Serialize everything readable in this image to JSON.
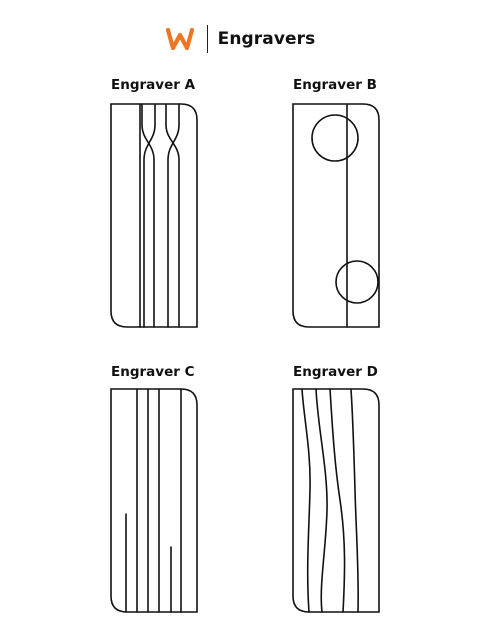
{
  "header": {
    "title": "Engravers",
    "logo_name": "w-brand-logo",
    "logo_color": "#ee7623"
  },
  "panels": [
    {
      "id": "a",
      "label": "Engraver A"
    },
    {
      "id": "b",
      "label": "Engraver B"
    },
    {
      "id": "c",
      "label": "Engraver C"
    },
    {
      "id": "d",
      "label": "Engraver D"
    }
  ],
  "colors": {
    "stroke": "#111111",
    "background": "#ffffff"
  }
}
